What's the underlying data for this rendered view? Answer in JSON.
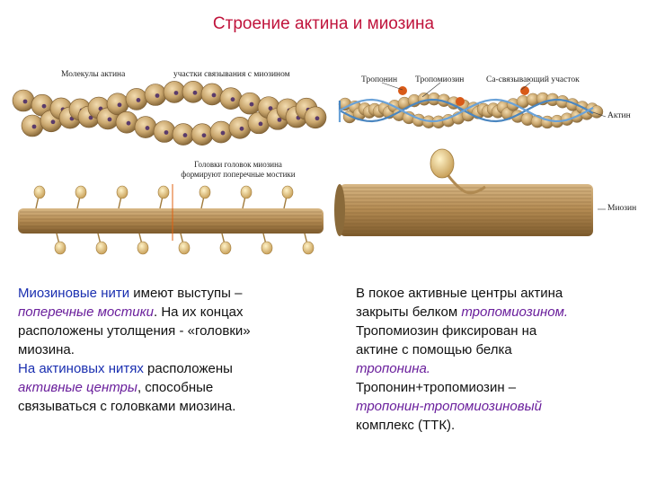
{
  "title": "Строение актина и миозина",
  "left_diagram": {
    "label_actin_molecules": "Молекулы актина",
    "label_binding_sites": "участки связывания с миозином",
    "label_heads_line1": "Головки головок миозина",
    "label_heads_line2": "формируют поперечные мостики"
  },
  "right_diagram": {
    "label_troponin": "Тропонин",
    "label_tropomyosin": "Тропомиозин",
    "label_ca_site": "Са-связывающий участок",
    "label_actin": "Актин",
    "label_myosin": "Миозин"
  },
  "left_text": {
    "p1_a": "Миозиновые нити",
    "p1_b": " имеют выступы –",
    "p1_c": "поперечные мостики",
    "p1_d": ". На их концах",
    "p1_e": "расположены утолщения - «головки»",
    "p1_f": "миозина.",
    "p2_a": "На актиновых нитях",
    "p2_b": " расположены",
    "p2_c": "активные центры",
    "p2_d": ", способные",
    "p2_e": "связываться с головками миозина."
  },
  "right_text": {
    "l1": "В покое активные центры актина",
    "l2_a": "закрыты белком ",
    "l2_b": "тропомиозином.",
    "l3": "Тропомиозин фиксирован на",
    "l4": "актине с помощью белка",
    "l5": "тропонина.",
    "l6": "Тропонин+тропомиозин –",
    "l7": "тропонин-тропомиозиновый",
    "l8": "комплекс (ТТК)."
  }
}
